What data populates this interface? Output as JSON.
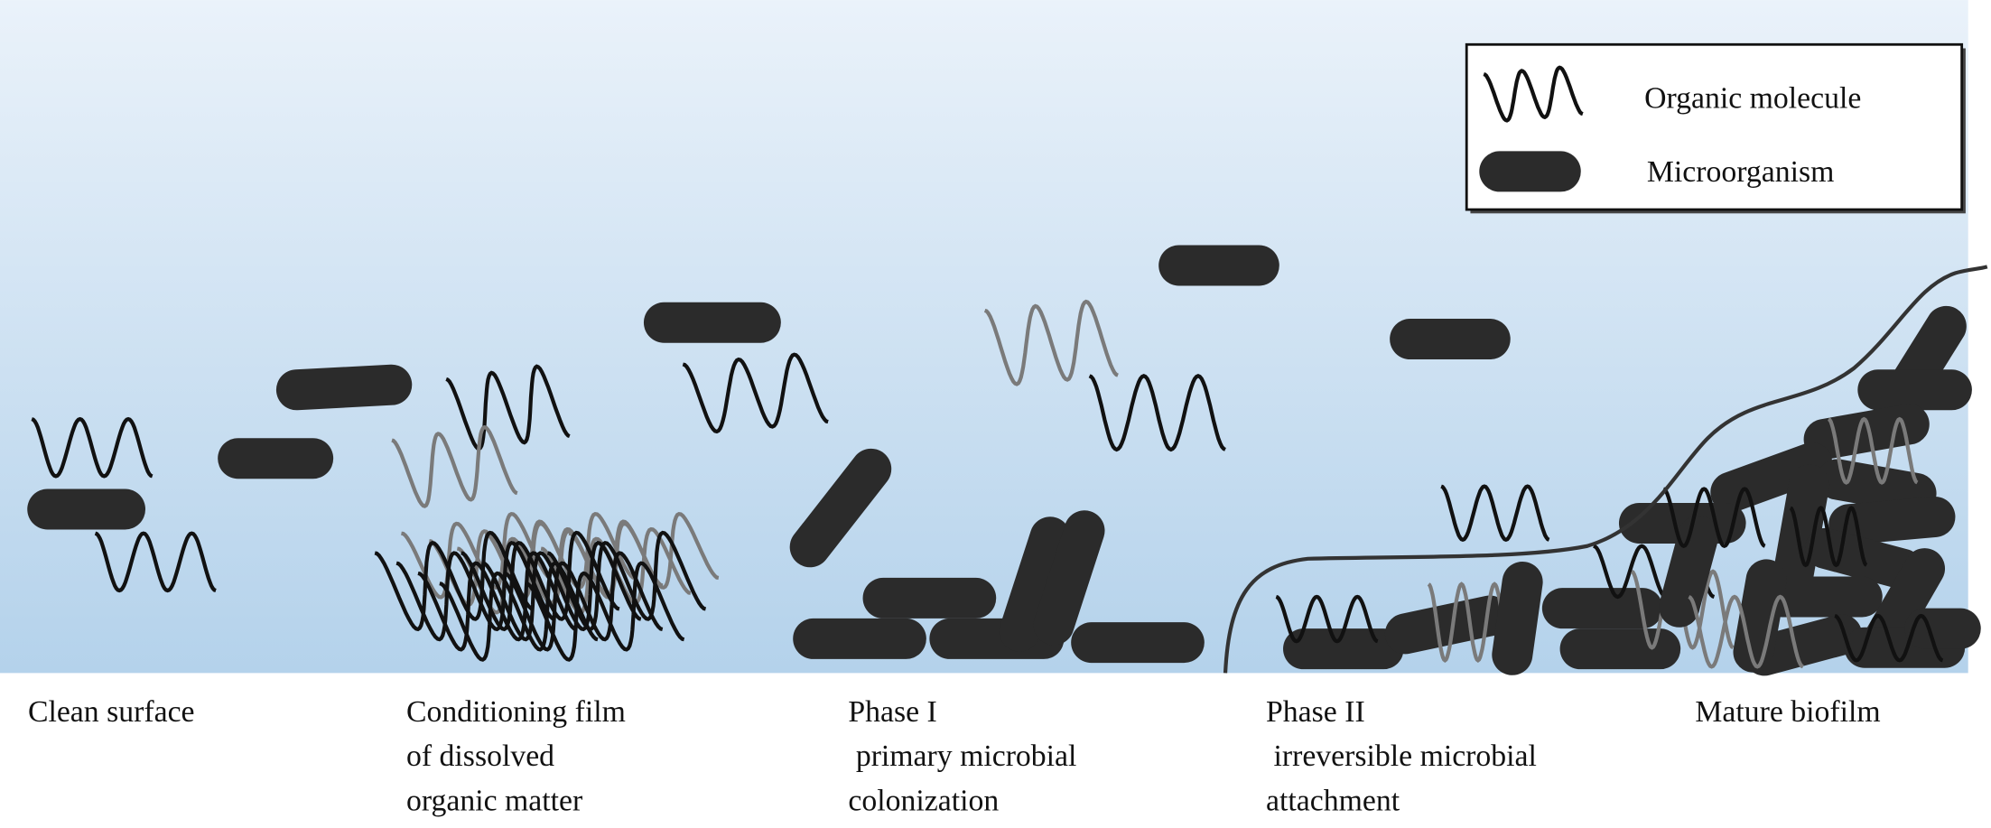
{
  "legend": {
    "organic_molecule": "Organic molecule",
    "microorganism": "Microorganism"
  },
  "stages": [
    {
      "lines": [
        "Clean surface"
      ]
    },
    {
      "lines": [
        "Conditioning film",
        "of dissolved",
        "organic matter"
      ]
    },
    {
      "lines": [
        "Phase I",
        " primary microbial",
        "colonization"
      ]
    },
    {
      "lines": [
        "Phase II",
        " irreversible microbial",
        "attachment"
      ]
    },
    {
      "lines": [
        "Mature biofilm"
      ]
    }
  ],
  "colors": {
    "surface_top": "#eaf2fa",
    "surface_bottom": "#b4d2eb",
    "microorganism": "#2b2b2b",
    "molecule": "#111111",
    "molecule_grey": "#7a7a7a"
  }
}
